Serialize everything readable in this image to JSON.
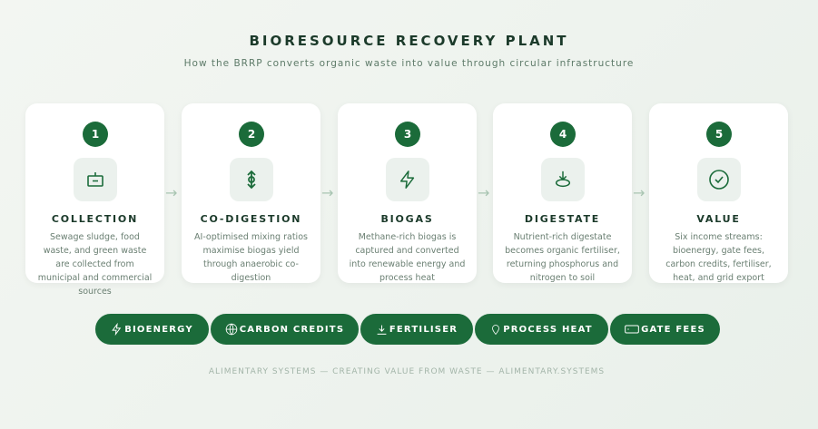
{
  "title": "BIORESOURCE RECOVERY PLANT",
  "subtitle": "How the BRRP converts organic waste into value through circular infrastructure",
  "steps": [
    {
      "num": "1",
      "icon": "bin-icon",
      "title": "COLLECTION",
      "desc": "Sewage sludge, food waste, and green waste are collected from municipal and commercial sources"
    },
    {
      "num": "2",
      "icon": "mix-icon",
      "title": "CO-DIGESTION",
      "desc": "AI-optimised mixing ratios maximise biogas yield through anaerobic co-digestion"
    },
    {
      "num": "3",
      "icon": "lightning-icon",
      "title": "BIOGAS",
      "desc": "Methane-rich biogas is captured and converted into renewable energy and process heat"
    },
    {
      "num": "4",
      "icon": "soil-icon",
      "title": "DIGESTATE",
      "desc": "Nutrient-rich digestate becomes organic fertiliser, returning phosphorus and nitrogen to soil"
    },
    {
      "num": "5",
      "icon": "check-icon",
      "title": "VALUE",
      "desc": "Six income streams: bioenergy, gate fees, carbon credits, fertiliser, heat, and grid export"
    }
  ],
  "pills": [
    {
      "label": "BIOENERGY",
      "icon": "lightning-icon"
    },
    {
      "label": "CARBON CREDITS",
      "icon": "globe-icon"
    },
    {
      "label": "FERTILISER",
      "icon": "download-icon"
    },
    {
      "label": "PROCESS HEAT",
      "icon": "flame-icon"
    },
    {
      "label": "GATE FEES",
      "icon": "ticket-icon"
    }
  ],
  "footer": "ALIMENTARY SYSTEMS — CREATING VALUE FROM WASTE — ALIMENTARY.SYSTEMS",
  "colors": {
    "accent": "#1b6b3a",
    "text": "#1b3a2a"
  }
}
